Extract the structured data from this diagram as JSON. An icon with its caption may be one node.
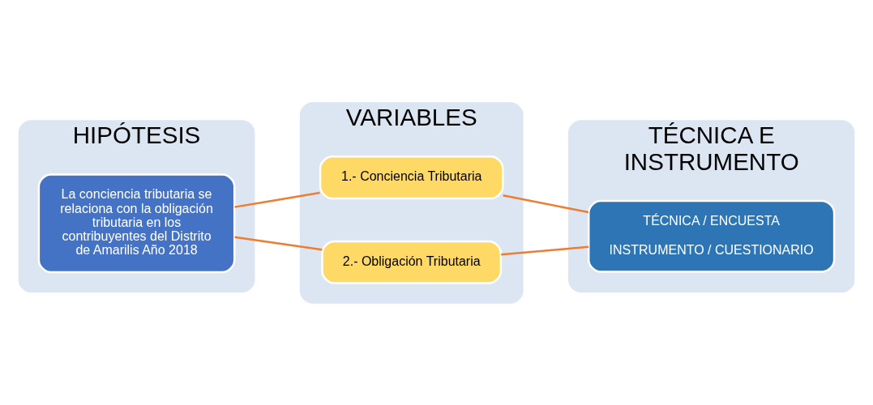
{
  "diagram": {
    "nodes": [
      {
        "text": [
          "HIPÓTESIS"
        ]
      },
      {
        "text": [
          "La conciencia tributaria se relaciona con la obligación tributaria en los contribuyentes del Distrito de Amarilis Año 2018"
        ],
        "in": 0
      },
      {
        "text": [
          "VARIABLES"
        ]
      },
      {
        "text": [
          "1.- Conciencia Tributaria"
        ],
        "in": 2
      },
      {
        "text": [
          "2.- Obligación Tributaria"
        ],
        "in": 2
      },
      {
        "text": [
          "TÉCNICA E INSTRUMENTO"
        ]
      },
      {
        "text": [
          "TÉCNICA / ENCUESTA",
          "INSTRUMENTO / CUESTIONARIO"
        ],
        "in": 5
      }
    ],
    "edges": [
      {
        "from": 1,
        "to": 3,
        "arrow": "none"
      },
      {
        "from": 1,
        "to": 4,
        "arrow": "none"
      },
      {
        "from": 3,
        "to": 6,
        "arrow": "none"
      },
      {
        "from": 4,
        "to": 6,
        "arrow": "none"
      }
    ]
  }
}
